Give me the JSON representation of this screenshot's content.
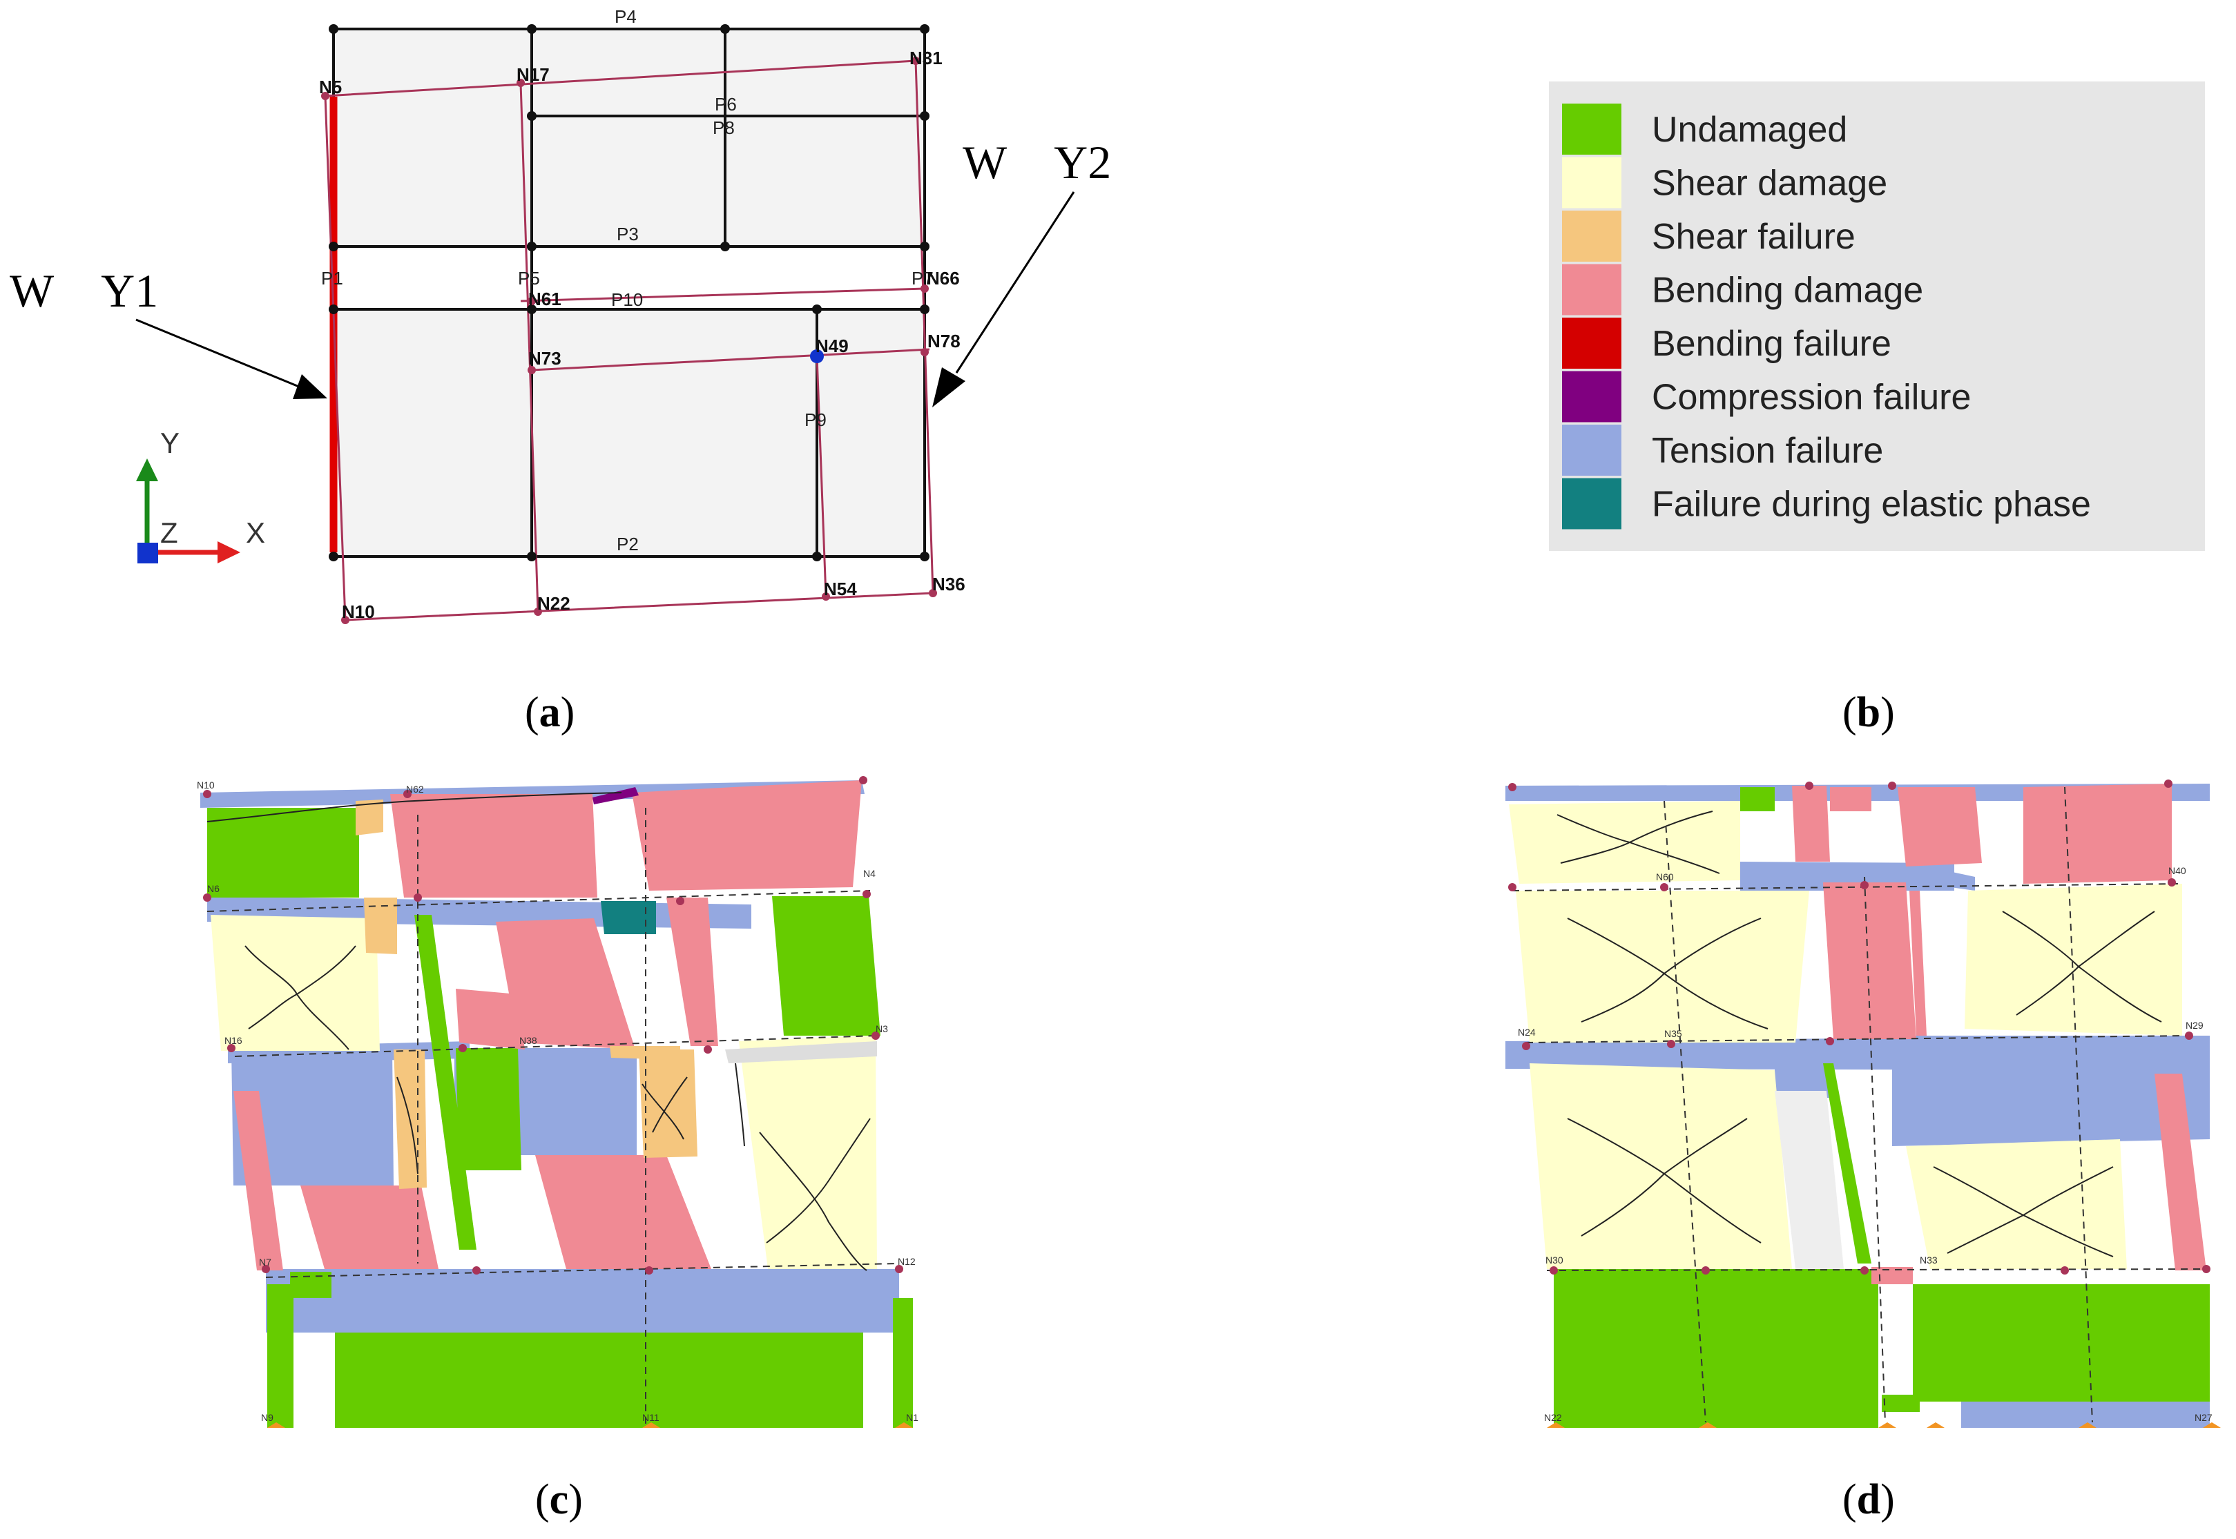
{
  "panel_a": {
    "wall_labels": [
      "W Y1",
      "W Y2"
    ],
    "axis_labels": [
      "Y",
      "Z",
      "X"
    ],
    "panel_labels": [
      "P4",
      "P6",
      "P8",
      "P3",
      "P1",
      "P5",
      "P10",
      "P7",
      "P9",
      "P2"
    ],
    "node_labels": [
      "N5",
      "N17",
      "N31",
      "N61",
      "N66",
      "N73",
      "N49",
      "N78",
      "N10",
      "N22",
      "N54",
      "N36"
    ]
  },
  "legend": {
    "items": [
      {
        "label": "Undamaged",
        "color": "#66cc00"
      },
      {
        "label": "Shear damage",
        "color": "#ffffcc"
      },
      {
        "label": "Shear failure",
        "color": "#f5c67e"
      },
      {
        "label": "Bending damage",
        "color": "#f08a94"
      },
      {
        "label": "Bending failure",
        "color": "#d40000"
      },
      {
        "label": "Compression failure",
        "color": "#800080"
      },
      {
        "label": "Tension failure",
        "color": "#94a8e0"
      },
      {
        "label": "Failure during elastic phase",
        "color": "#128080"
      }
    ]
  },
  "captions": {
    "a": "a",
    "b": "b",
    "c": "c",
    "d": "d"
  },
  "panel_c": {
    "node_labels": [
      "N10",
      "N62",
      "N4",
      "N6",
      "N16",
      "N38",
      "N7",
      "N3",
      "N9",
      "N11",
      "N1",
      "N12"
    ]
  },
  "panel_d": {
    "node_labels": [
      "N40",
      "N24",
      "N29",
      "N30",
      "N22",
      "N27",
      "N33",
      "N60",
      "N35"
    ]
  }
}
